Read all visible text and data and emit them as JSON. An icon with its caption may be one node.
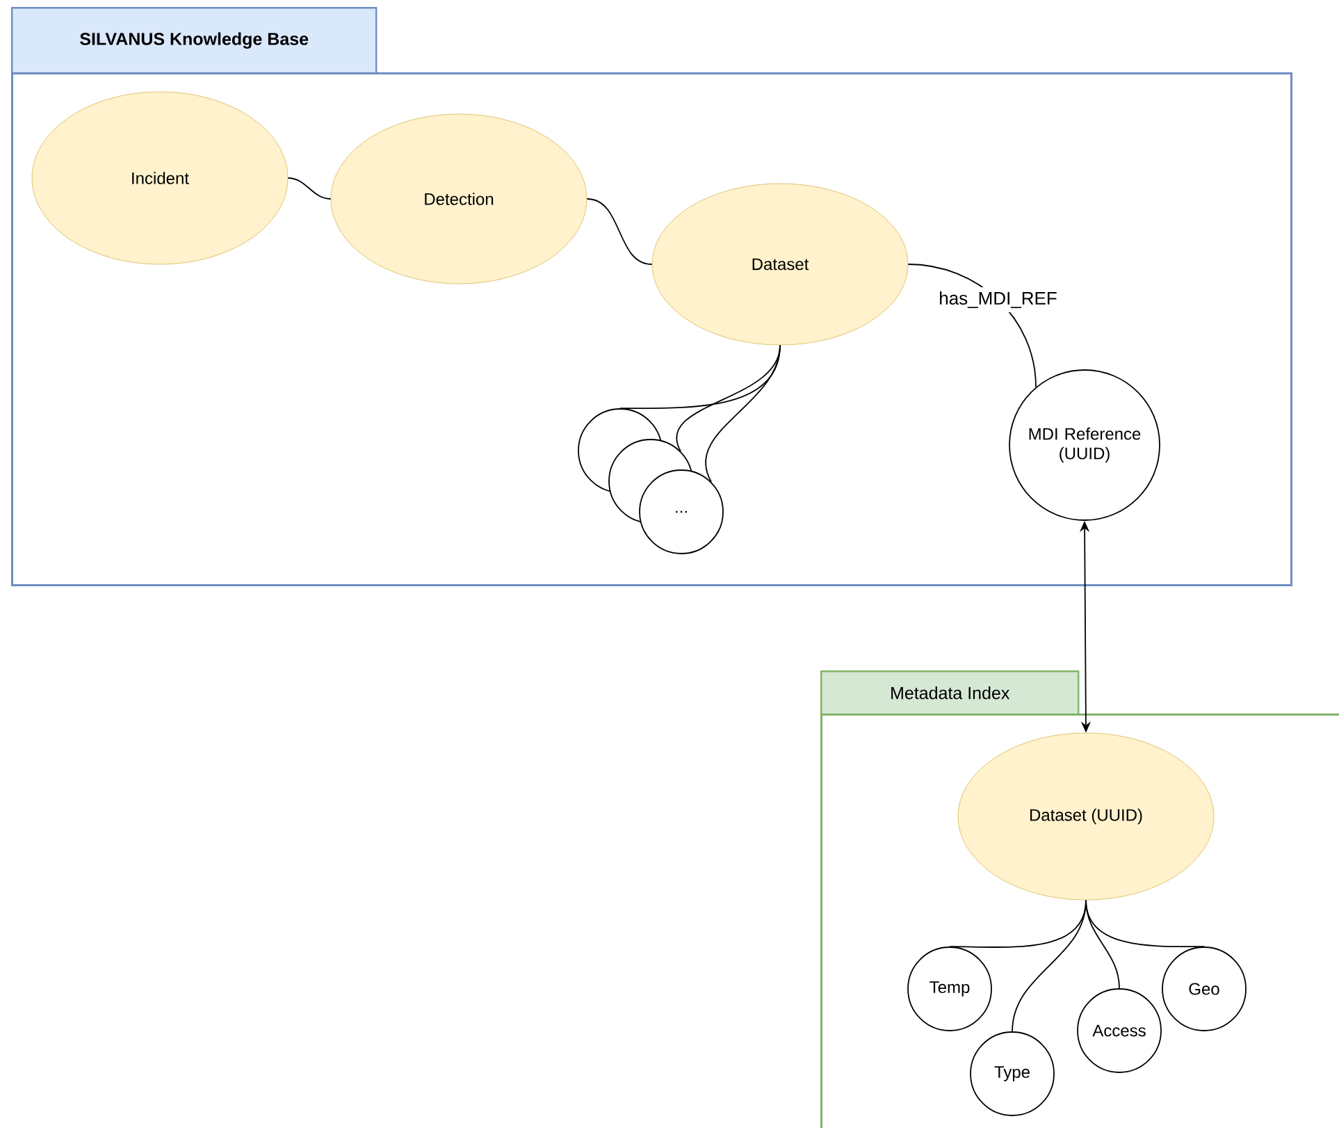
{
  "diagram": {
    "nodes": [
      {
        "text": [
          "SILVANUS Knowledge Base"
        ]
      },
      {
        "text": [
          "Incident"
        ],
        "in": 0
      },
      {
        "text": [
          "Detection"
        ],
        "in": 0
      },
      {
        "text": [
          "Dataset"
        ],
        "in": 0
      },
      {
        "text": [],
        "shape": "circle",
        "in": 0
      },
      {
        "text": [],
        "shape": "circle",
        "in": 0
      },
      {
        "text": [
          "..."
        ],
        "in": 0
      },
      {
        "text": [
          "MDI Reference (UUID)"
        ],
        "in": 0
      },
      {
        "text": [
          "Metadata Index"
        ]
      },
      {
        "text": [
          "Dataset (UUID)"
        ],
        "in": 8
      },
      {
        "text": [
          "Temp"
        ],
        "in": 8
      },
      {
        "text": [
          "Type"
        ],
        "in": 8
      },
      {
        "text": [
          "Access"
        ],
        "in": 8
      },
      {
        "text": [
          "Geo"
        ],
        "in": 8
      }
    ],
    "edges": [
      {
        "from": 1,
        "to": 2,
        "arrow": "none"
      },
      {
        "from": 2,
        "to": 3,
        "arrow": "none"
      },
      {
        "from": 3,
        "to": 7,
        "arrow": "none",
        "label": "has_MDI_REF"
      },
      {
        "from": 3,
        "to": 4,
        "arrow": "none"
      },
      {
        "from": 3,
        "to": 5,
        "arrow": "none"
      },
      {
        "from": 3,
        "to": 6,
        "arrow": "none"
      },
      {
        "from": 7,
        "to": 9,
        "arrow": "both"
      },
      {
        "from": 9,
        "to": 10,
        "arrow": "none"
      },
      {
        "from": 9,
        "to": 11,
        "arrow": "none"
      },
      {
        "from": 9,
        "to": 12,
        "arrow": "none"
      },
      {
        "from": 9,
        "to": 13,
        "arrow": "none"
      }
    ]
  }
}
